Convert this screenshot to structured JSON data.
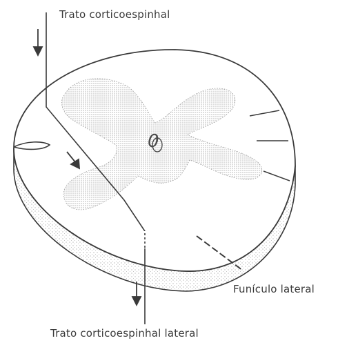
{
  "labels": {
    "top": "Trato corticoespinhal",
    "right": "Funículo lateral",
    "bottom": "Trato corticoespinhal lateral",
    "center": "0"
  }
}
